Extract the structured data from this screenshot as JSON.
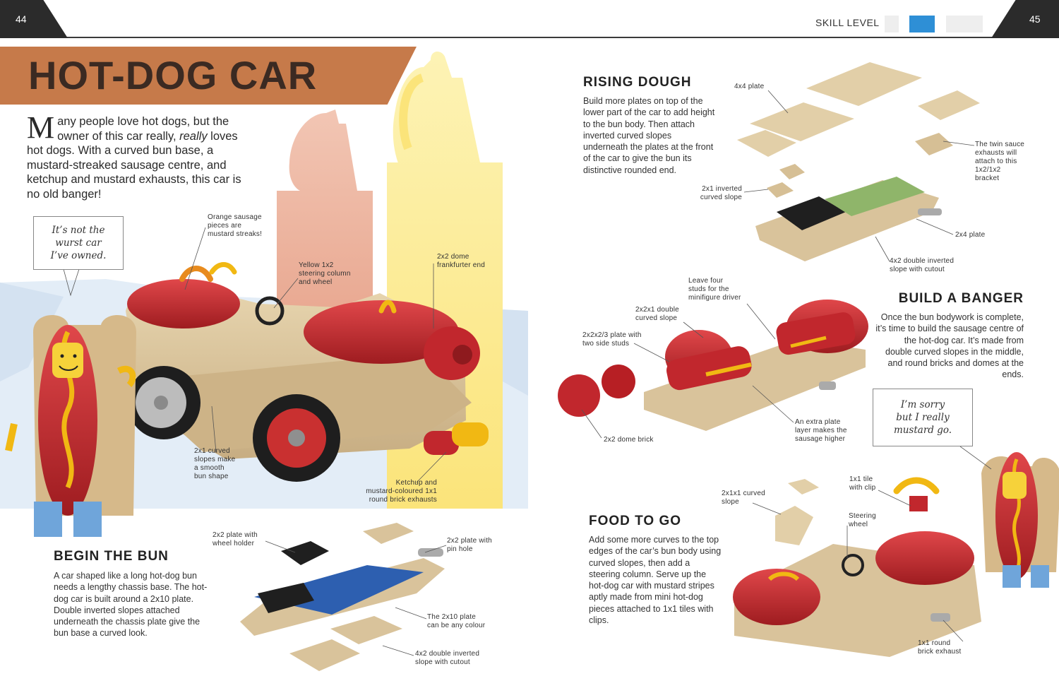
{
  "header": {
    "page_left": "44",
    "page_right": "45",
    "skill_level_label": "SKILL LEVEL",
    "skill_level": 2,
    "skill_max": 3
  },
  "title": "HOT-DOG CAR",
  "intro": {
    "dropcap": "M",
    "text_before": "any people love hot dogs, but the owner of this car really, ",
    "emphasis": "really",
    "text_after": " loves hot dogs. With a curved bun base, a mustard-streaked sausage centre, and ketchup and mustard exhausts, this car is no old banger!"
  },
  "speech_left": [
    "It’s not the",
    "wurst car",
    "I’ve owned."
  ],
  "speech_right": [
    "I’m sorry",
    "but I really",
    "mustard go."
  ],
  "main_callouts": {
    "orange_sausage": [
      "Orange sausage",
      "pieces are",
      "mustard streaks!"
    ],
    "steering_column": [
      "Yellow 1x2",
      "steering column",
      "and wheel"
    ],
    "dome_end": [
      "2x2 dome",
      "frankfurter end"
    ],
    "curved_slopes": [
      "2x1 curved",
      "slopes make",
      "a smooth",
      "bun shape"
    ],
    "exhausts": [
      "Ketchup and",
      "mustard-coloured 1x1",
      "round brick exhausts"
    ]
  },
  "begin_bun": {
    "heading": "BEGIN THE BUN",
    "text": "A car shaped like a long hot-dog bun needs a lengthy chassis base. The hot-dog car is built around a 2x10 plate. Double inverted slopes attached underneath the chassis plate give the bun base a curved look.",
    "callouts": {
      "wheel_holder": [
        "2x2 plate with",
        "wheel holder"
      ],
      "pin_hole": [
        "2x2 plate with",
        "pin hole"
      ],
      "plate_2x10": [
        "The 2x10 plate",
        "can be any colour"
      ],
      "double_inverted": [
        "4x2 double inverted",
        "slope with cutout"
      ]
    }
  },
  "rising_dough": {
    "heading": "RISING DOUGH",
    "text": "Build more plates on top of the lower part of the car to add height to the bun body. Then attach inverted curved slopes underneath the plates at the front of the car to give the bun its distinctive rounded end.",
    "callouts": {
      "plate_4x4": [
        "4x4 plate"
      ],
      "twin_sauce": [
        "The twin sauce",
        "exhausts will",
        "attach to this",
        "1x2/1x2",
        "bracket"
      ],
      "inverted_curved": [
        "2x1 inverted",
        "curved slope"
      ],
      "plate_2x4": [
        "2x4 plate"
      ],
      "double_inverted": [
        "4x2 double inverted",
        "slope with cutout"
      ]
    }
  },
  "build_banger": {
    "heading": "BUILD A BANGER",
    "text": "Once the bun bodywork is complete, it’s time to build the sausage centre of the hot-dog car. It’s made from double curved slopes in the middle, and round bricks and domes at the ends.",
    "callouts": {
      "four_studs": [
        "Leave four",
        "studs for the",
        "minifigure driver"
      ],
      "double_curved": [
        "2x2x1 double",
        "curved slope"
      ],
      "side_studs": [
        "2x2x2/3 plate with",
        "two side studs"
      ],
      "dome_brick": [
        "2x2 dome brick"
      ],
      "extra_plate": [
        "An extra plate",
        "layer makes the",
        "sausage higher"
      ]
    }
  },
  "food_to_go": {
    "heading": "FOOD TO GO",
    "text": "Add some more curves to the top edges of the car’s bun body using curved slopes, then add a steering column. Serve up the hot-dog car with mustard stripes aptly made from mini hot-dog pieces attached to 1x1 tiles with clips.",
    "callouts": {
      "curved_slope": [
        "2x1x1 curved",
        "slope"
      ],
      "tile_clip": [
        "1x1 tile",
        "with clip"
      ],
      "steering_wheel": [
        "Steering",
        "wheel"
      ],
      "round_exhaust": [
        "1x1 round",
        "brick exhaust"
      ]
    }
  },
  "colors": {
    "banner": "#c67a4a",
    "title_text": "#3b2a22",
    "tan": "#d8c19a",
    "sausage_red": "#c1272d",
    "mustard": "#f1b813",
    "skill_blue": "#2e8fd6"
  }
}
